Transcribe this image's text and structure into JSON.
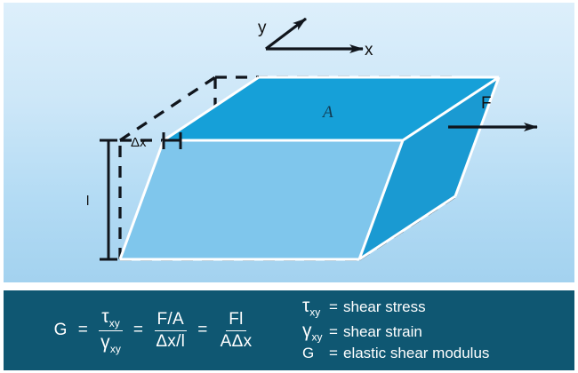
{
  "figure": {
    "title": "Shear modulus diagram",
    "colors": {
      "background_top": "#ddeffb",
      "background_bottom": "#a3d2ef",
      "panel_dark": "#0f5772",
      "solid_top_face": "#16a0d8",
      "solid_front_face": "#7fc6ec",
      "solid_right_face": "#1a9ad2",
      "edge_highlight": "#ffffff",
      "dashed_outline": "#10151c",
      "text_dark": "#111111"
    }
  },
  "diagram": {
    "axes": {
      "x_label": "x",
      "y_label": "y"
    },
    "force_label": "F",
    "area_label": "A",
    "length_label": "l",
    "displacement_label": "Δx"
  },
  "equation": {
    "lhs": "G",
    "equals_1": "=",
    "equals_2": "=",
    "equals_3": "=",
    "term1": {
      "numerator_symbol": "τ",
      "numerator_sub": "xy",
      "denominator_symbol": "γ",
      "denominator_sub": "xy"
    },
    "term2": {
      "numerator": "F/A",
      "denominator": "Δx/l"
    },
    "term3": {
      "numerator": "Fl",
      "denominator": "AΔx"
    }
  },
  "legend": {
    "rows": [
      {
        "symbol": "τ",
        "symbol_sub": "xy",
        "equals": "=",
        "definition": "shear stress"
      },
      {
        "symbol": "γ",
        "symbol_sub": "xy",
        "equals": "=",
        "definition": "shear strain"
      },
      {
        "symbol": "G",
        "symbol_sub": "",
        "equals": "=",
        "definition": "elastic shear modulus"
      }
    ]
  }
}
